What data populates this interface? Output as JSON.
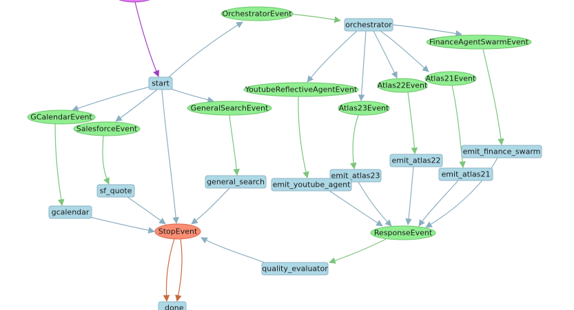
{
  "colors": {
    "step_fill": "#add8e6",
    "step_stroke": "#8fb3c4",
    "event_fill": "#90ee90",
    "event_stroke": "#6cc46c",
    "stop_fill": "#fa8e73",
    "stop_stroke": "#d9674d",
    "start_fill": "#e27bef",
    "edge_blue": "#8aaec0",
    "edge_green": "#7cc47c",
    "edge_purple": "#a13cc0",
    "edge_brown": "#c86a3c"
  },
  "nodes": [
    {
      "id": "start_event",
      "label": "",
      "kind": "start"
    },
    {
      "id": "start",
      "label": "start",
      "kind": "step"
    },
    {
      "id": "orchestrator_event",
      "label": "OrchestratorEvent",
      "kind": "event"
    },
    {
      "id": "orchestrator",
      "label": "orchestrator",
      "kind": "step"
    },
    {
      "id": "finance_swarm_event",
      "label": "FinanceAgentSwarmEvent",
      "kind": "event"
    },
    {
      "id": "youtube_event",
      "label": "YoutubeReflectiveAgentEvent",
      "kind": "event"
    },
    {
      "id": "atlas22_event",
      "label": "Atlas22Event",
      "kind": "event"
    },
    {
      "id": "atlas21_event",
      "label": "Atlas21Event",
      "kind": "event"
    },
    {
      "id": "atlas23_event",
      "label": "Atlas23Event",
      "kind": "event"
    },
    {
      "id": "gcalendar_event",
      "label": "GCalendarEvent",
      "kind": "event"
    },
    {
      "id": "salesforce_event",
      "label": "SalesforceEvent",
      "kind": "event"
    },
    {
      "id": "general_search_event",
      "label": "GeneralSearchEvent",
      "kind": "event"
    },
    {
      "id": "emit_atlas22",
      "label": "emit_atlas22",
      "kind": "step"
    },
    {
      "id": "emit_finance_swarm",
      "label": "emit_finance_swarm",
      "kind": "step"
    },
    {
      "id": "emit_atlas21",
      "label": "emit_atlas21",
      "kind": "step"
    },
    {
      "id": "emit_atlas23",
      "label": "emit_atlas23",
      "kind": "step"
    },
    {
      "id": "emit_youtube_agent",
      "label": "emit_youtube_agent",
      "kind": "step"
    },
    {
      "id": "general_search",
      "label": "general_search",
      "kind": "step"
    },
    {
      "id": "sf_quote",
      "label": "sf_quote",
      "kind": "step"
    },
    {
      "id": "gcalendar",
      "label": "gcalendar",
      "kind": "step"
    },
    {
      "id": "stop_event",
      "label": "StopEvent",
      "kind": "stop"
    },
    {
      "id": "response_event",
      "label": "ResponseEvent",
      "kind": "event"
    },
    {
      "id": "quality_evaluator",
      "label": "quality_evaluator",
      "kind": "step"
    },
    {
      "id": "done",
      "label": "_done",
      "kind": "step"
    }
  ],
  "edges": [
    {
      "from": "start_event",
      "to": "start",
      "color": "purple"
    },
    {
      "from": "start",
      "to": "orchestrator_event",
      "color": "blue"
    },
    {
      "from": "orchestrator_event",
      "to": "orchestrator",
      "color": "green"
    },
    {
      "from": "orchestrator",
      "to": "finance_swarm_event",
      "color": "blue"
    },
    {
      "from": "orchestrator",
      "to": "youtube_event",
      "color": "blue"
    },
    {
      "from": "orchestrator",
      "to": "atlas23_event",
      "color": "blue"
    },
    {
      "from": "orchestrator",
      "to": "atlas22_event",
      "color": "blue"
    },
    {
      "from": "orchestrator",
      "to": "atlas21_event",
      "color": "blue"
    },
    {
      "from": "start",
      "to": "gcalendar_event",
      "color": "blue"
    },
    {
      "from": "start",
      "to": "salesforce_event",
      "color": "blue"
    },
    {
      "from": "start",
      "to": "general_search_event",
      "color": "blue"
    },
    {
      "from": "start",
      "to": "stop_event",
      "color": "blue"
    },
    {
      "from": "gcalendar_event",
      "to": "gcalendar",
      "color": "green"
    },
    {
      "from": "salesforce_event",
      "to": "sf_quote",
      "color": "green"
    },
    {
      "from": "general_search_event",
      "to": "general_search",
      "color": "green"
    },
    {
      "from": "youtube_event",
      "to": "emit_youtube_agent",
      "color": "green"
    },
    {
      "from": "atlas23_event",
      "to": "emit_atlas23",
      "color": "green"
    },
    {
      "from": "atlas22_event",
      "to": "emit_atlas22",
      "color": "green"
    },
    {
      "from": "atlas21_event",
      "to": "emit_atlas21",
      "color": "green"
    },
    {
      "from": "finance_swarm_event",
      "to": "emit_finance_swarm",
      "color": "green"
    },
    {
      "from": "gcalendar",
      "to": "stop_event",
      "color": "blue"
    },
    {
      "from": "sf_quote",
      "to": "stop_event",
      "color": "blue"
    },
    {
      "from": "general_search",
      "to": "stop_event",
      "color": "blue"
    },
    {
      "from": "emit_youtube_agent",
      "to": "response_event",
      "color": "blue"
    },
    {
      "from": "emit_atlas23",
      "to": "response_event",
      "color": "blue"
    },
    {
      "from": "emit_atlas22",
      "to": "response_event",
      "color": "blue"
    },
    {
      "from": "emit_atlas21",
      "to": "response_event",
      "color": "blue"
    },
    {
      "from": "emit_finance_swarm",
      "to": "response_event",
      "color": "blue"
    },
    {
      "from": "response_event",
      "to": "quality_evaluator",
      "color": "green"
    },
    {
      "from": "quality_evaluator",
      "to": "stop_event",
      "color": "blue"
    },
    {
      "from": "stop_event",
      "to": "done",
      "color": "brown"
    },
    {
      "from": "stop_event",
      "to": "done",
      "color": "brown"
    }
  ]
}
